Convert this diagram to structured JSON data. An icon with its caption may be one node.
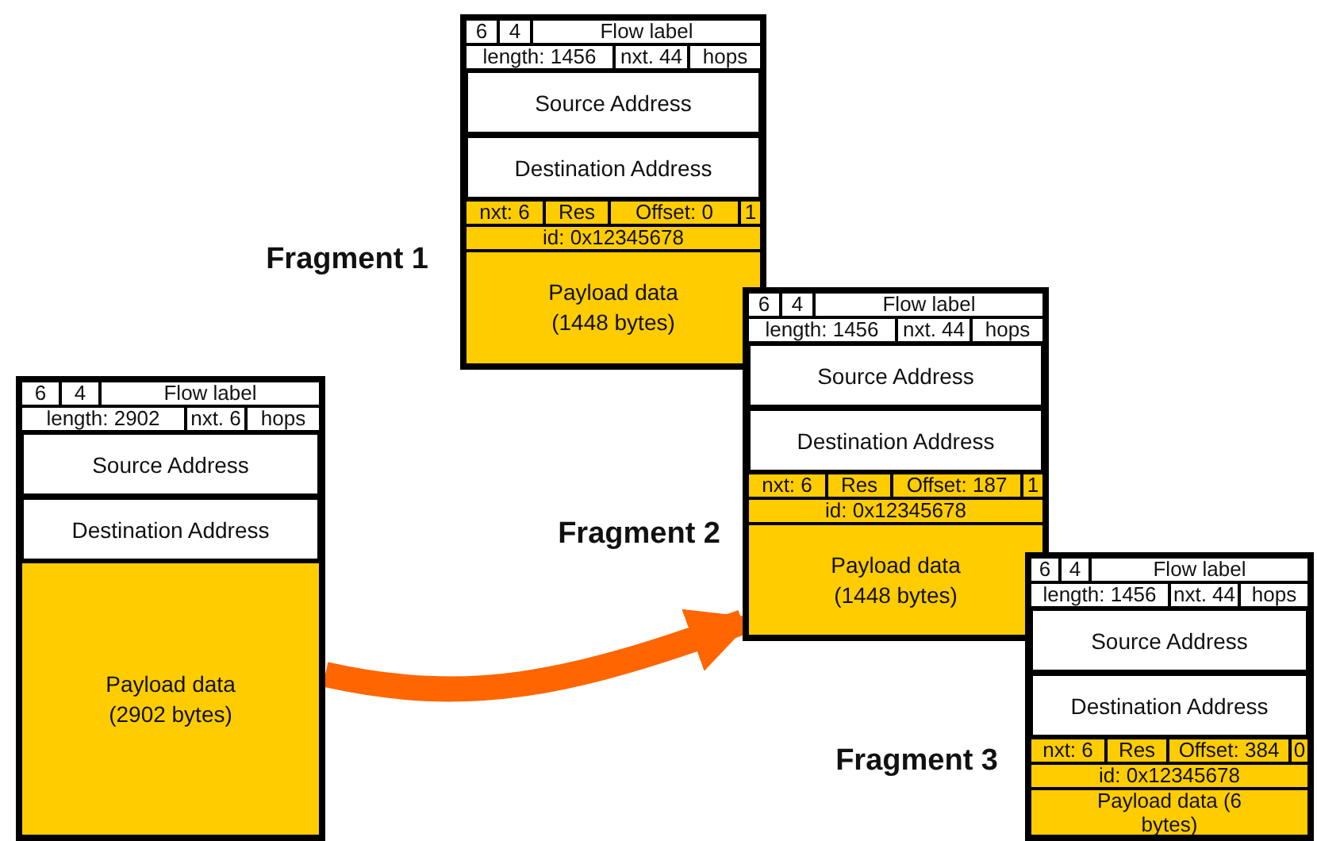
{
  "diagram": {
    "nodes": [
      {
        "text": [],
        "shape": "box"
      },
      {
        "text": [
          "6"
        ],
        "in": 0
      },
      {
        "text": [
          "4"
        ],
        "in": 0
      },
      {
        "text": [
          "Flow label"
        ],
        "in": 0
      },
      {
        "text": [
          "length: 2902"
        ],
        "in": 0
      },
      {
        "text": [
          "nxt. 6"
        ],
        "in": 0
      },
      {
        "text": [
          "hops"
        ],
        "in": 0
      },
      {
        "text": [
          "Source Address"
        ],
        "in": 0
      },
      {
        "text": [
          "Destination Address"
        ],
        "in": 0
      },
      {
        "text": [
          "Payload data (2902 bytes)"
        ],
        "in": 0
      },
      {
        "text": [
          "Fragment 1"
        ]
      },
      {
        "text": [
          "6"
        ],
        "in": 10
      },
      {
        "text": [
          "4"
        ],
        "in": 10
      },
      {
        "text": [
          "Flow label"
        ],
        "in": 10
      },
      {
        "text": [
          "length: 1456"
        ],
        "in": 10
      },
      {
        "text": [
          "nxt. 44"
        ],
        "in": 10
      },
      {
        "text": [
          "hops"
        ],
        "in": 10
      },
      {
        "text": [
          "Source Address"
        ],
        "in": 10
      },
      {
        "text": [
          "Destination Address"
        ],
        "in": 10
      },
      {
        "text": [
          "nxt: 6"
        ],
        "in": 10
      },
      {
        "text": [
          "Res"
        ],
        "in": 10
      },
      {
        "text": [
          "Offset: 0"
        ],
        "in": 10
      },
      {
        "text": [
          "1"
        ],
        "in": 10
      },
      {
        "text": [
          "id: 0x12345678"
        ],
        "in": 10
      },
      {
        "text": [
          "Payload data (1448 bytes)"
        ],
        "in": 10
      },
      {
        "text": [
          "Fragment 2"
        ]
      },
      {
        "text": [
          "6"
        ],
        "in": 25
      },
      {
        "text": [
          "4"
        ],
        "in": 25
      },
      {
        "text": [
          "Flow label"
        ],
        "in": 25
      },
      {
        "text": [
          "length: 1456"
        ],
        "in": 25
      },
      {
        "text": [
          "nxt. 44"
        ],
        "in": 25
      },
      {
        "text": [
          "hops"
        ],
        "in": 25
      },
      {
        "text": [
          "Source Address"
        ],
        "in": 25
      },
      {
        "text": [
          "Destination Address"
        ],
        "in": 25
      },
      {
        "text": [
          "nxt: 6"
        ],
        "in": 25
      },
      {
        "text": [
          "Res"
        ],
        "in": 25
      },
      {
        "text": [
          "Offset: 187"
        ],
        "in": 25
      },
      {
        "text": [
          "1"
        ],
        "in": 25
      },
      {
        "text": [
          "id: 0x12345678"
        ],
        "in": 25
      },
      {
        "text": [
          "Payload data (1448 bytes)"
        ],
        "in": 25
      },
      {
        "text": [
          "Fragment 3"
        ]
      },
      {
        "text": [
          "6"
        ],
        "in": 40
      },
      {
        "text": [
          "4"
        ],
        "in": 40
      },
      {
        "text": [
          "Flow label"
        ],
        "in": 40
      },
      {
        "text": [
          "length: 1456"
        ],
        "in": 40
      },
      {
        "text": [
          "nxt. 44"
        ],
        "in": 40
      },
      {
        "text": [
          "hops"
        ],
        "in": 40
      },
      {
        "text": [
          "Source Address"
        ],
        "in": 40
      },
      {
        "text": [
          "Destination Address"
        ],
        "in": 40
      },
      {
        "text": [
          "nxt: 6"
        ],
        "in": 40
      },
      {
        "text": [
          "Res"
        ],
        "in": 40
      },
      {
        "text": [
          "Offset: 384"
        ],
        "in": 40
      },
      {
        "text": [
          "0"
        ],
        "in": 40
      },
      {
        "text": [
          "id: 0x12345678"
        ],
        "in": 40
      },
      {
        "text": [
          "Payload data (6 bytes)"
        ],
        "in": 40
      }
    ],
    "edges": [
      {
        "from": 0,
        "to": 25,
        "arrow": "to",
        "color": "#ff6600"
      }
    ]
  }
}
